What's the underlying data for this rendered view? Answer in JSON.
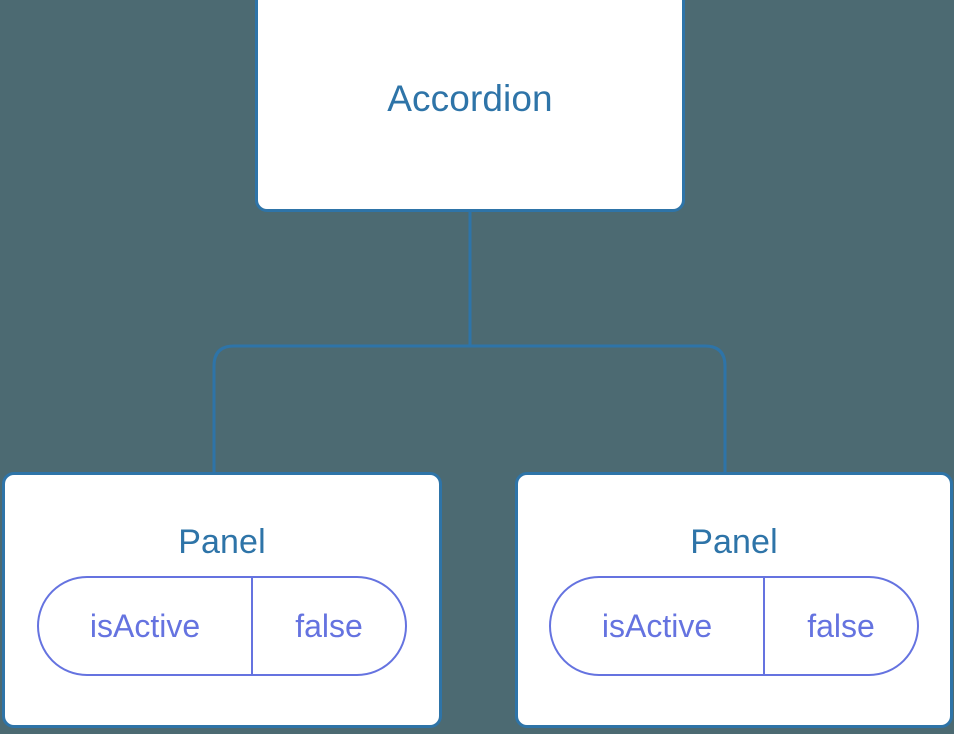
{
  "diagram": {
    "type": "component-tree",
    "background_color": "#4c6a72",
    "node_border_color": "#2e74a8",
    "node_fill_color": "#ffffff",
    "node_label_color": "#2e74a8",
    "connector_color": "#2e74a8",
    "pill_border_color": "#6573e0",
    "pill_text_color": "#6573e0",
    "root": {
      "label": "Accordion"
    },
    "children": [
      {
        "label": "Panel",
        "state": {
          "key": "isActive",
          "value": "false"
        }
      },
      {
        "label": "Panel",
        "state": {
          "key": "isActive",
          "value": "false"
        }
      }
    ]
  }
}
